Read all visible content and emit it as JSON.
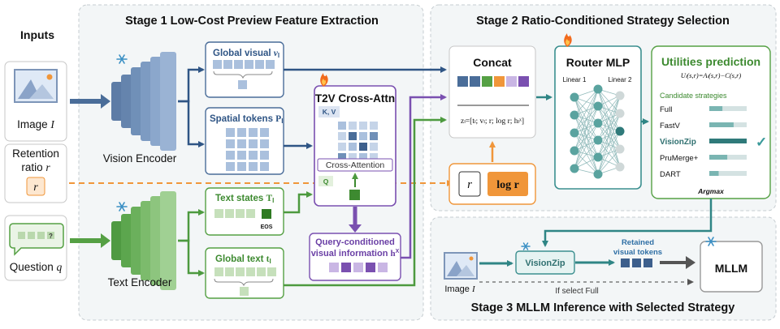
{
  "inputs": {
    "header": "Inputs",
    "image_label": "Image",
    "image_var": "I",
    "retention_label_1": "Retention",
    "retention_label_2": "ratio",
    "retention_var": "r",
    "question_label": "Question",
    "question_var": "q",
    "question_mark": "?"
  },
  "stage1": {
    "title": "Stage 1  Low-Cost Preview Feature Extraction",
    "vision_encoder": "Vision Encoder",
    "text_encoder": "Text Encoder",
    "global_visual": "Global visual",
    "global_visual_sym": "v",
    "global_visual_sub": "I",
    "spatial_tokens": "Spatial tokens",
    "spatial_tokens_sym": "P",
    "spatial_tokens_sub": "I",
    "text_states": "Text states",
    "text_states_sym": "T",
    "text_states_sub": "I",
    "eos": "EOS",
    "global_text": "Global text",
    "global_text_sym": "t",
    "global_text_sub": "I",
    "t2v_title": "T2V Cross-Attn",
    "kv": "K, V",
    "cross_attention": "Cross-Attention",
    "q": "Q",
    "qc_line1": "Query-conditioned",
    "qc_line2": "visual information",
    "qc_sym": "h",
    "qc_sup": "X"
  },
  "stage2": {
    "title": "Stage 2  Ratio-Conditioned Strategy Selection",
    "concat": "Concat",
    "concat_formula": "zₗ=[tₗ; vₗ; r; log r; hₗˣ]",
    "r": "r",
    "log_r": "log r",
    "router_title": "Router MLP",
    "linear1": "Linear 1",
    "linear2": "Linear 2",
    "utilities_title": "Utilities prediction",
    "utilities_formula": "Uₗ(s,r)=Aₗ(s,r)−C(s,r)",
    "candidates_title": "Candidate strategies",
    "strategies": [
      "Full",
      "FastV",
      "VisionZip",
      "PruMerge+",
      "DART"
    ],
    "strategy_scores": [
      0.35,
      0.65,
      0.92,
      0.48,
      0.25
    ],
    "selected_index": 2,
    "checkmark": "✓",
    "argmax": "Argmax"
  },
  "stage3": {
    "title": "Stage 3  MLLM Inference with Selected Strategy",
    "image_label": "Image",
    "image_var": "I",
    "visionzip": "VisionZip",
    "retained_1": "Retained",
    "retained_2": "visual tokens",
    "if_full": "If select Full",
    "mllm": "MLLM"
  },
  "colors": {
    "vision_blue": "#4a6d99",
    "text_green": "#55a044",
    "query_purple": "#7a50b0",
    "teal": "#3b8f8f",
    "ratio_orange": "#f0963a",
    "stage_bg": "#f3f6f7"
  },
  "icons": [
    "snowflake-icon",
    "fire-icon",
    "checkmark-icon"
  ]
}
